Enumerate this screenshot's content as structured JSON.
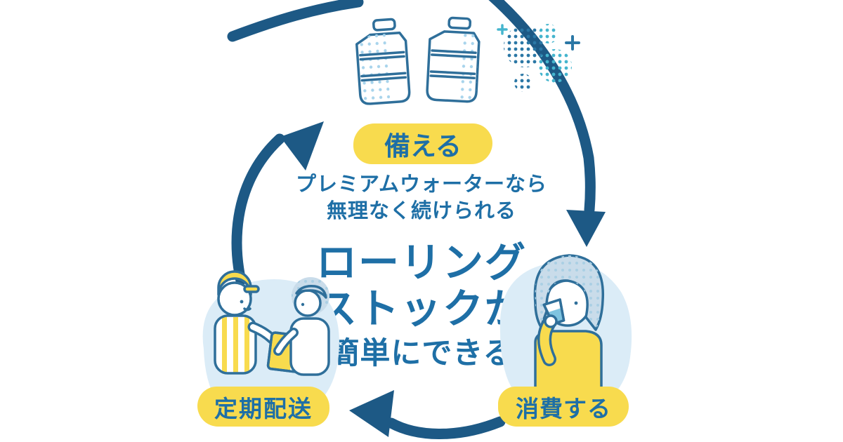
{
  "center_text": {
    "subtitle_line1": "プレミアムウォーターなら",
    "subtitle_line2": "無理なく続けられる",
    "main_line1": "ローリング",
    "main_line2": "ストックが",
    "main_line3": "簡単にできる"
  },
  "nodes": {
    "prepare": {
      "label": "備える"
    },
    "delivery": {
      "label": "定期配送"
    },
    "consume": {
      "label": "消費する"
    }
  },
  "colors": {
    "navy": "#1D5985",
    "blue": "#1E6FA6",
    "teal": "#3BAECB",
    "yellow": "#F8DB4E",
    "light-blue": "#DBECF7",
    "outline": "#2F6F9A",
    "hair": "#C9DCEA"
  }
}
